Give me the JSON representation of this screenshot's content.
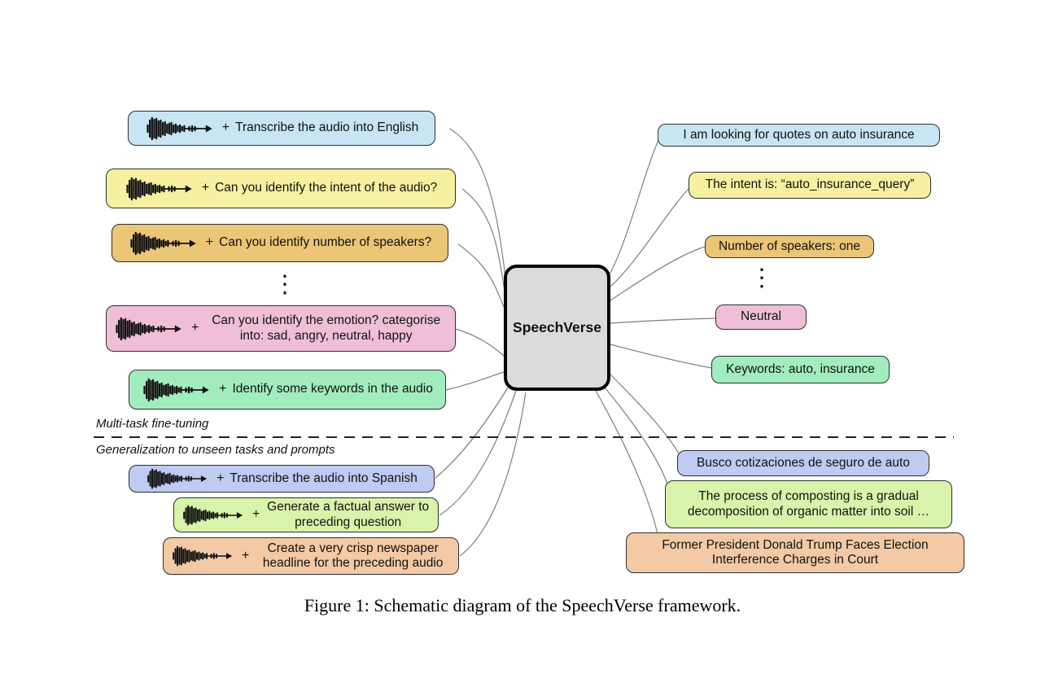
{
  "diagram": {
    "caption": "Figure 1: Schematic diagram of the SpeechVerse framework.",
    "center": {
      "label": "SpeechVerse"
    },
    "plus": "+",
    "ellipsis": "⋮",
    "sections": {
      "top_label": "Multi-task fine-tuning",
      "bottom_label": "Generalization to unseen tasks and prompts"
    },
    "palette": {
      "blue": "#c8e5f4",
      "yellow": "#f6f0a0",
      "orange": "#ebc677",
      "pink": "#f0bfd7",
      "green": "#a2edbe",
      "lavender": "#becbf3",
      "lime": "#d8f3aa",
      "peach": "#f3caa5",
      "center_fill": "#dbdbdd",
      "connector": "#7f7f7f"
    },
    "left_tasks": [
      {
        "text": "Transcribe the audio into English",
        "color": "#c8e5f4"
      },
      {
        "text": "Can you identify the intent of the audio?",
        "color": "#f6f0a0"
      },
      {
        "text": "Can you identify number of speakers?",
        "color": "#ebc677"
      },
      {
        "text": "Can you identify the emotion? categorise into: sad, angry, neutral, happy",
        "color": "#f0bfd7"
      },
      {
        "text": "Identify some keywords in the audio",
        "color": "#a2edbe"
      },
      {
        "text": "Transcribe the audio into Spanish",
        "color": "#becbf3"
      },
      {
        "text": "Generate a factual answer to preceding question",
        "color": "#d8f3aa"
      },
      {
        "text": "Create a very crisp newspaper headline for the preceding audio",
        "color": "#f3caa5"
      }
    ],
    "right_outputs": [
      {
        "text": "I am looking for quotes on auto insurance",
        "color": "#c8e5f4"
      },
      {
        "text": "The intent is: “auto_insurance_query”",
        "color": "#f6f0a0"
      },
      {
        "text": "Number of speakers: one",
        "color": "#ebc677"
      },
      {
        "text": "Neutral",
        "color": "#f0bfd7"
      },
      {
        "text": "Keywords: auto, insurance",
        "color": "#a2edbe"
      },
      {
        "text": "Busco cotizaciones de seguro de auto",
        "color": "#becbf3"
      },
      {
        "text": "The process of composting is a gradual decomposition of organic matter into soil …",
        "color": "#d8f3aa"
      },
      {
        "text": "Former President Donald Trump Faces Election Interference Charges in Court",
        "color": "#f3caa5"
      }
    ]
  }
}
